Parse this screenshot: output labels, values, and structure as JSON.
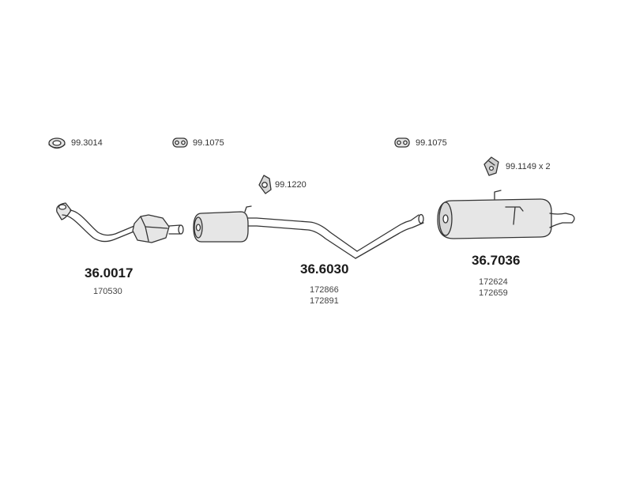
{
  "accessories": [
    {
      "code": "99.3014",
      "icon": "ring-gasket-icon"
    },
    {
      "code": "99.1075",
      "icon": "rubber-hanger-icon"
    },
    {
      "code": "99.1075",
      "icon": "rubber-hanger-icon"
    },
    {
      "code": "99.1220",
      "icon": "flange-gasket-icon"
    },
    {
      "code": "99.1149 x 2",
      "icon": "mounting-bracket-icon"
    }
  ],
  "parts": [
    {
      "number": "36.0017",
      "refs": [
        "170530"
      ]
    },
    {
      "number": "36.6030",
      "refs": [
        "172866",
        "172891"
      ]
    },
    {
      "number": "36.7036",
      "refs": [
        "172624",
        "172659"
      ]
    }
  ],
  "colors": {
    "line": "#333333",
    "fill": "#e6e6e6",
    "fill_dark": "#cfcfcf"
  }
}
